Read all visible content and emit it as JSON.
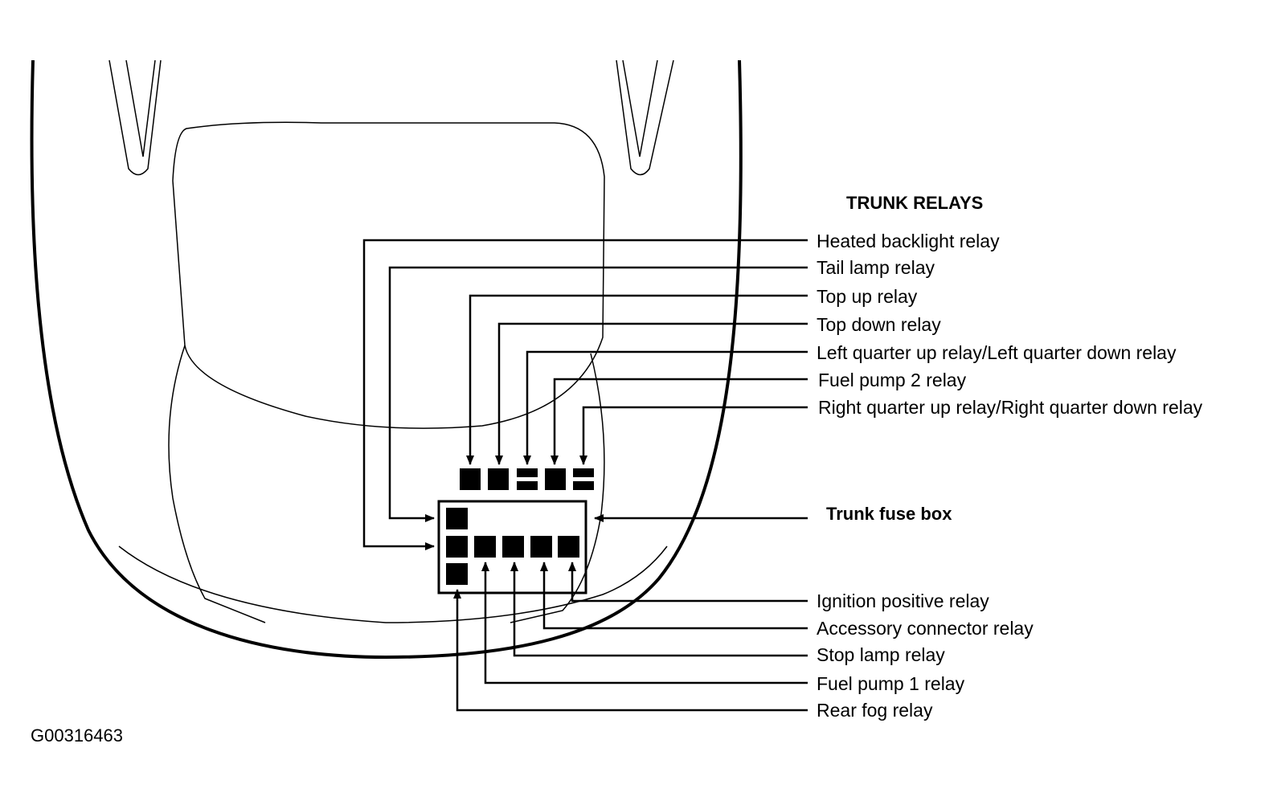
{
  "title": "TRUNK RELAYS",
  "figure_id": "G00316463",
  "fuse_box_label": "Trunk fuse box",
  "top_labels": [
    "Heated backlight relay",
    "Tail lamp relay",
    "Top up relay",
    "Top down relay",
    "Left quarter up relay/Left quarter down relay",
    "Fuel pump 2 relay",
    "Right quarter up relay/Right quarter down relay"
  ],
  "bottom_labels": [
    "Ignition positive relay",
    "Accessory connector relay",
    "Stop lamp relay",
    "Fuel pump 1 relay",
    "Rear fog relay"
  ],
  "colors": {
    "ink": "#000000",
    "background": "#ffffff"
  }
}
